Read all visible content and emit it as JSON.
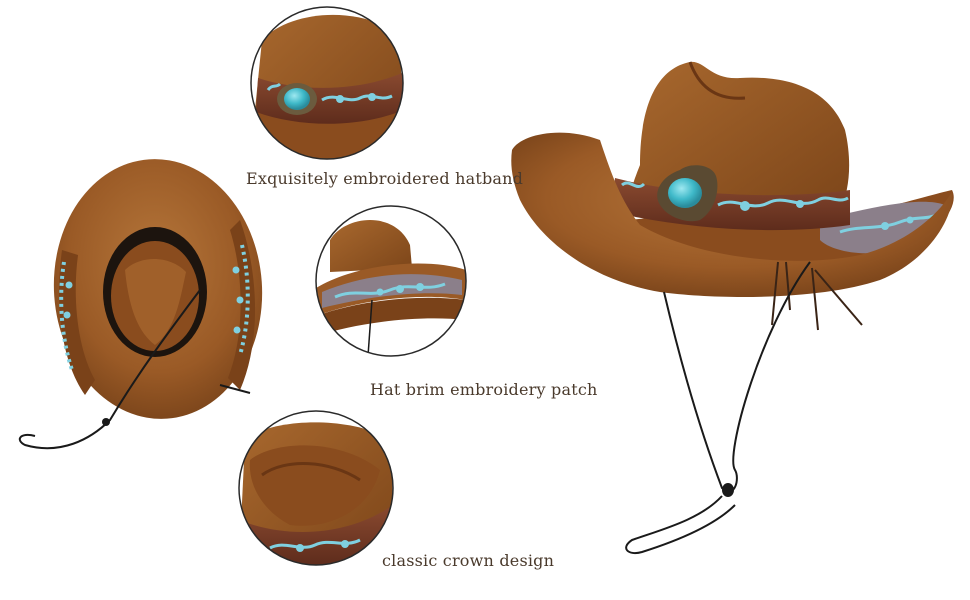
{
  "captions": {
    "hatband": "Exquisitely embroidered hatband",
    "brim": "Hat brim embroidery patch",
    "crown": "classic crown design"
  },
  "colors": {
    "felt": "#9a5a26",
    "felt_dark": "#6e3c16",
    "felt_light": "#b5763a",
    "band": "#7a3e2a",
    "turquoise": "#3fb9c9",
    "embroidery": "#7fd0e0",
    "cord": "#1a1a1a",
    "caption_text": "#4a3a2c"
  },
  "icons": {
    "hat_under": "cowboy-hat-underside-view",
    "hat_main": "cowboy-hat-side-view",
    "detail_band": "hatband-closeup-circle",
    "detail_brim": "brim-embroidery-closeup-circle",
    "detail_crown": "crown-closeup-circle"
  }
}
